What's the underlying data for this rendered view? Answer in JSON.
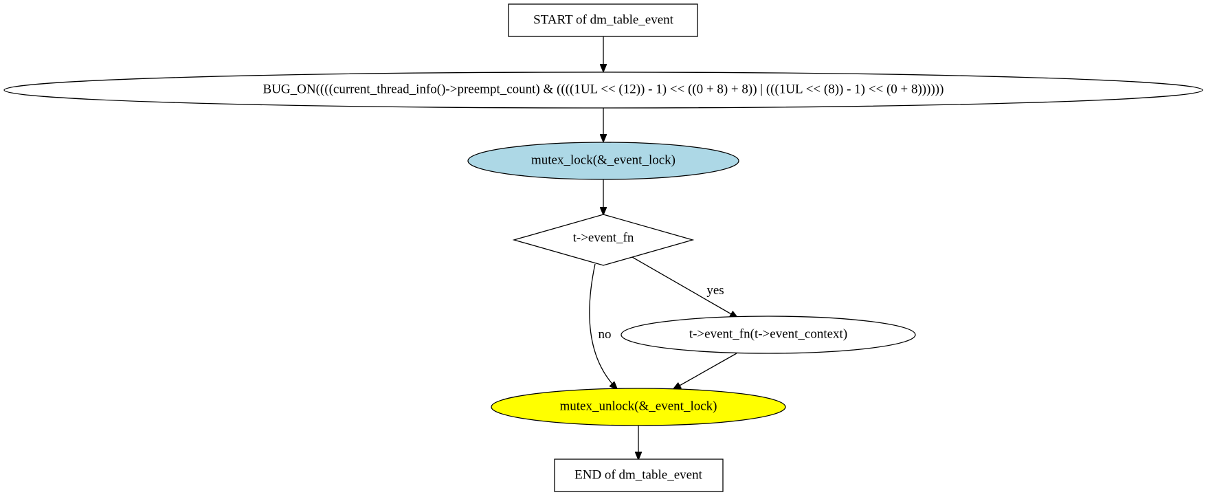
{
  "nodes": {
    "start": {
      "label": "START of dm_table_event",
      "shape": "box",
      "fill": "#ffffff"
    },
    "bug_on": {
      "label": "BUG_ON((((current_thread_info()->preempt_count) & ((((1UL << (12)) - 1) << ((0 + 8) + 8)) | (((1UL << (8)) - 1) << (0 + 8))))))",
      "shape": "ellipse",
      "fill": "#ffffff"
    },
    "mutex_lock": {
      "label": "mutex_lock(&_event_lock)",
      "shape": "ellipse",
      "fill": "#add8e6"
    },
    "condition": {
      "label": "t->event_fn",
      "shape": "diamond",
      "fill": "#ffffff"
    },
    "call_event_fn": {
      "label": "t->event_fn(t->event_context)",
      "shape": "ellipse",
      "fill": "#ffffff"
    },
    "mutex_unlock": {
      "label": "mutex_unlock(&_event_lock)",
      "shape": "ellipse",
      "fill": "#ffff00"
    },
    "end": {
      "label": "END of dm_table_event",
      "shape": "box",
      "fill": "#ffffff"
    }
  },
  "edges": {
    "yes_label": "yes",
    "no_label": "no"
  }
}
